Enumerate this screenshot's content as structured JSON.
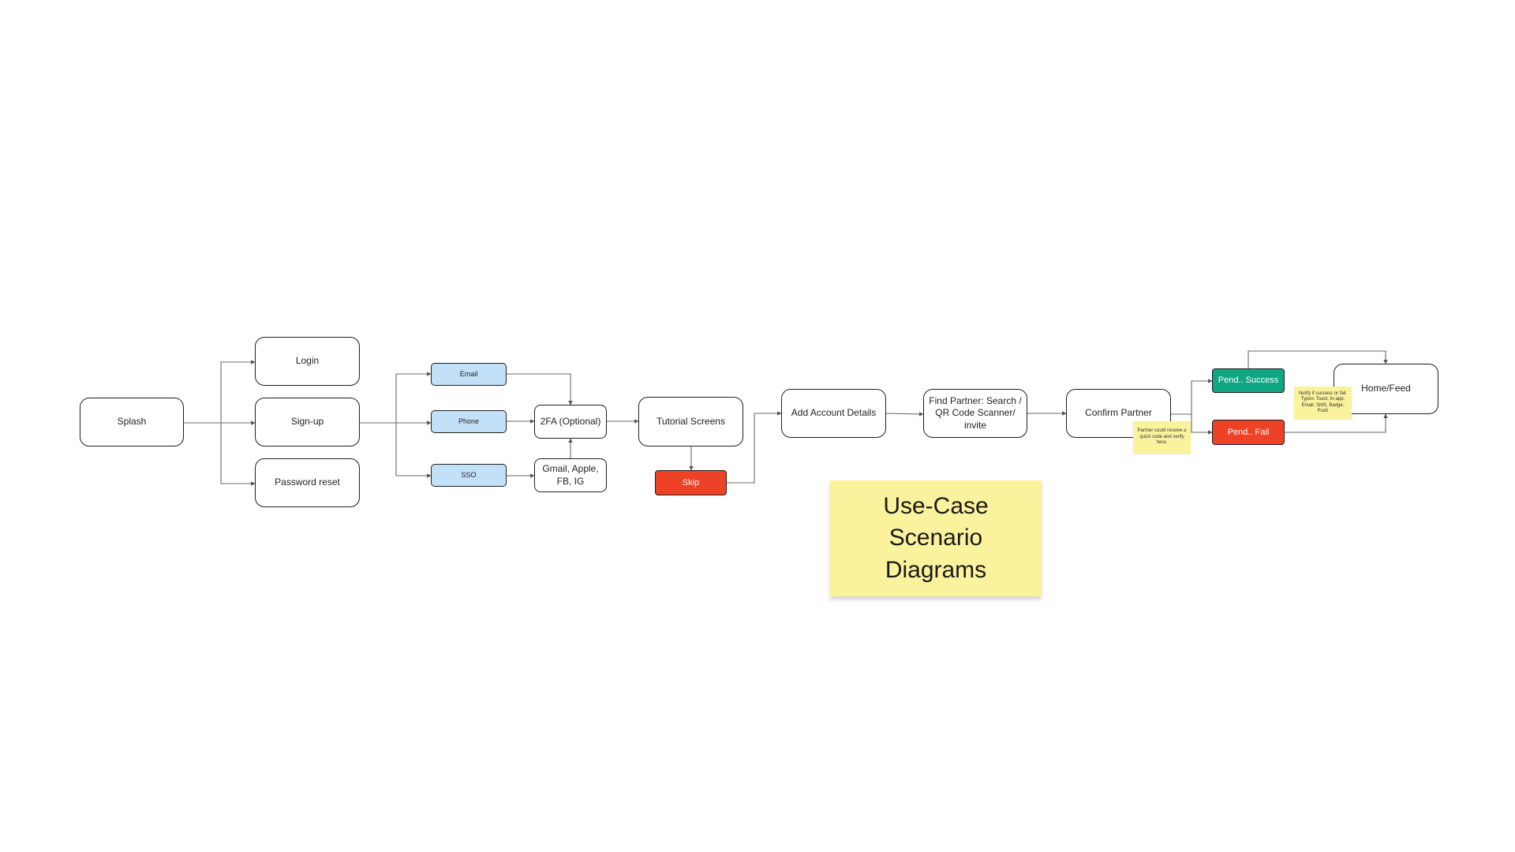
{
  "colors": {
    "stroke": "#1f1f1f",
    "blue_fill": "#c3e0f9",
    "red_fill": "#ee4226",
    "green_fill": "#11a683",
    "sticky_fill": "#fbf29e"
  },
  "nodes": {
    "splash": "Splash",
    "login": "Login",
    "signup": "Sign-up",
    "password_reset": "Password reset",
    "email": "Email",
    "phone": "Phone",
    "sso": "SSO",
    "twofa": "2FA (Optional)",
    "social": "Gmail, Apple, FB, IG",
    "tutorial": "Tutorial Screens",
    "skip": "Skip",
    "add_account": "Add Account Details",
    "find_partner": "Find Partner: Search / QR Code Scanner/ invite",
    "confirm_partner": "Confirm Partner",
    "pend_success": "Pend.. Success",
    "pend_fail": "Pend.. Fail",
    "home_feed": "Home/Feed"
  },
  "notes": {
    "partner_note": "Partner could receive a quick code and verify here.",
    "notify_note": "Notify if success or fail. Types: Toast, In-app, Email, SMS, Badge, Push",
    "title": "Use-Case Scenario Diagrams"
  }
}
